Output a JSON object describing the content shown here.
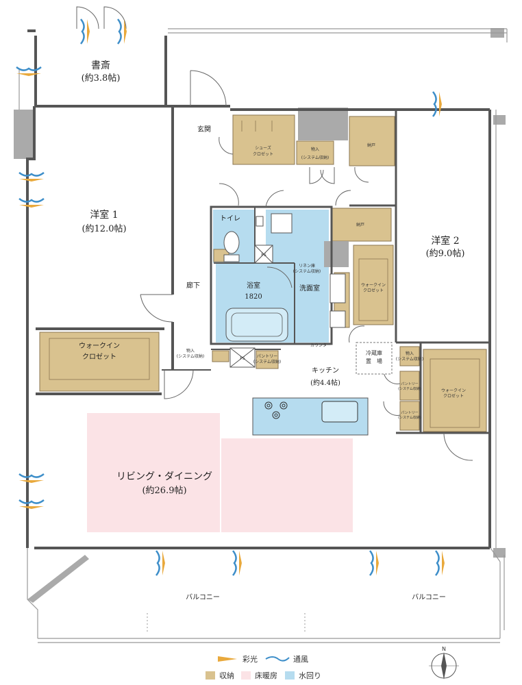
{
  "rooms": {
    "study": {
      "name": "書斎",
      "area": "(約3.8帖)"
    },
    "entrance": {
      "name": "玄関"
    },
    "western1": {
      "name": "洋室 1",
      "area": "(約12.0帖)"
    },
    "western2": {
      "name": "洋室 2",
      "area": "(約9.0帖)"
    },
    "toilet": {
      "name": "トイレ"
    },
    "bath": {
      "name": "浴室",
      "size": "1820"
    },
    "washroom": {
      "name": "洗面室"
    },
    "hallway": {
      "name": "廊下"
    },
    "kitchen": {
      "name": "キッチン",
      "area": "(約4.4帖)"
    },
    "living": {
      "name": "リビング・ダイニング",
      "area": "(約26.9帖)"
    },
    "balcony_left": {
      "name": "バルコニー"
    },
    "balcony_right": {
      "name": "バルコニー"
    }
  },
  "storage": {
    "shoes_closet": {
      "l1": "シューズ",
      "l2": "クロゼット"
    },
    "storage_sys_top": {
      "l1": "物入",
      "l2": "(システム収納)"
    },
    "nando_top": {
      "label": "納戸"
    },
    "nando_mid": {
      "label": "納戸"
    },
    "linen": {
      "l1": "リネン庫",
      "l2": "(システム収納)"
    },
    "wic_right_small": {
      "l1": "ウォークイン",
      "l2": "クロゼット"
    },
    "counter": {
      "label": "カウンター"
    },
    "wic_left": {
      "l1": "ウォークイン",
      "l2": "クロゼット"
    },
    "storage_sys_hall": {
      "l1": "物入",
      "l2": "(システム収納)"
    },
    "pantry_hall": {
      "l1": "パントリー",
      "l2": "(システム収納)"
    },
    "fridge": {
      "l1": "冷蔵庫",
      "l2": "置　場"
    },
    "storage_sys_w2": {
      "l1": "物入",
      "l2": "(システム収納)"
    },
    "pantry_k1": {
      "l1": "パントリー",
      "l2": "(システム収納)"
    },
    "pantry_k2": {
      "l1": "パントリー",
      "l2": "(システム収納)"
    },
    "wic_right": {
      "l1": "ウォークイン",
      "l2": "クロゼット"
    },
    "ps1": "PS",
    "ps2": "PS"
  },
  "legend": {
    "light": "彩光",
    "wind": "通風",
    "storage": "収納",
    "floor_heating": "床暖房",
    "water": "水回り"
  },
  "compass": {
    "north": "N"
  },
  "colors": {
    "storage": "#d9c28f",
    "floor_heating": "#fbe3e6",
    "water": "#b6dcef",
    "wall": "#aaaaaa",
    "light_arrow": "#e9a93c",
    "wind_arrow": "#3d8ec9"
  }
}
